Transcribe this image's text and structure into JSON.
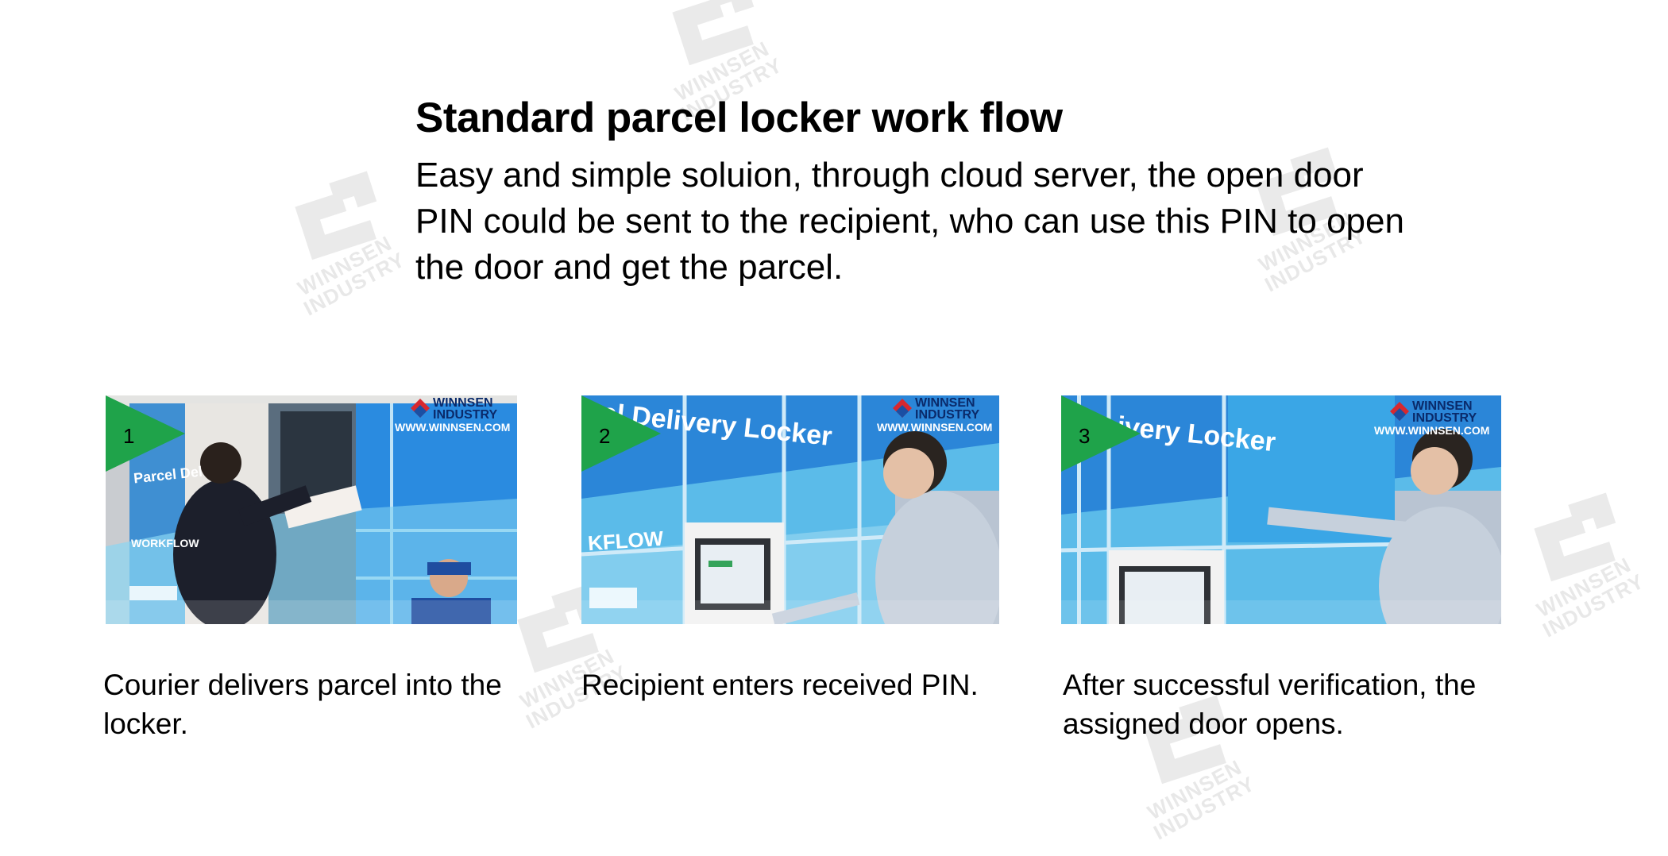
{
  "page": {
    "title": "Standard parcel locker work flow",
    "intro": "Easy and simple soluion, through cloud server, the open door PIN could be sent to the recipient, who can use this PIN to open the door and get the parcel."
  },
  "watermark": {
    "line1": "WINNSEN",
    "line2": "INDUSTRY"
  },
  "logo": {
    "brand_line1": "WINNSEN",
    "brand_line2": "INDUSTRY",
    "url": "WWW.WINNSEN.COM"
  },
  "steps": [
    {
      "number": "1",
      "caption": "Courier delivers parcel into the locker.",
      "scene_text_1": "Parcel Del",
      "scene_text_2": "WORKFLOW"
    },
    {
      "number": "2",
      "caption": "Recipient enters received PIN.",
      "scene_text_1": "al Delivery Locker",
      "scene_text_2": "KFLOW"
    },
    {
      "number": "3",
      "caption": "After successful verification, the assigned door opens.",
      "scene_text_1": "ivery Locker",
      "scene_text_2": ""
    }
  ],
  "colors": {
    "step_flag": "#1fa34a",
    "locker_blue": "#1d87d6",
    "locker_light": "#57b9ea",
    "logo_red": "#d7282f",
    "logo_blue": "#1b4fa3"
  }
}
